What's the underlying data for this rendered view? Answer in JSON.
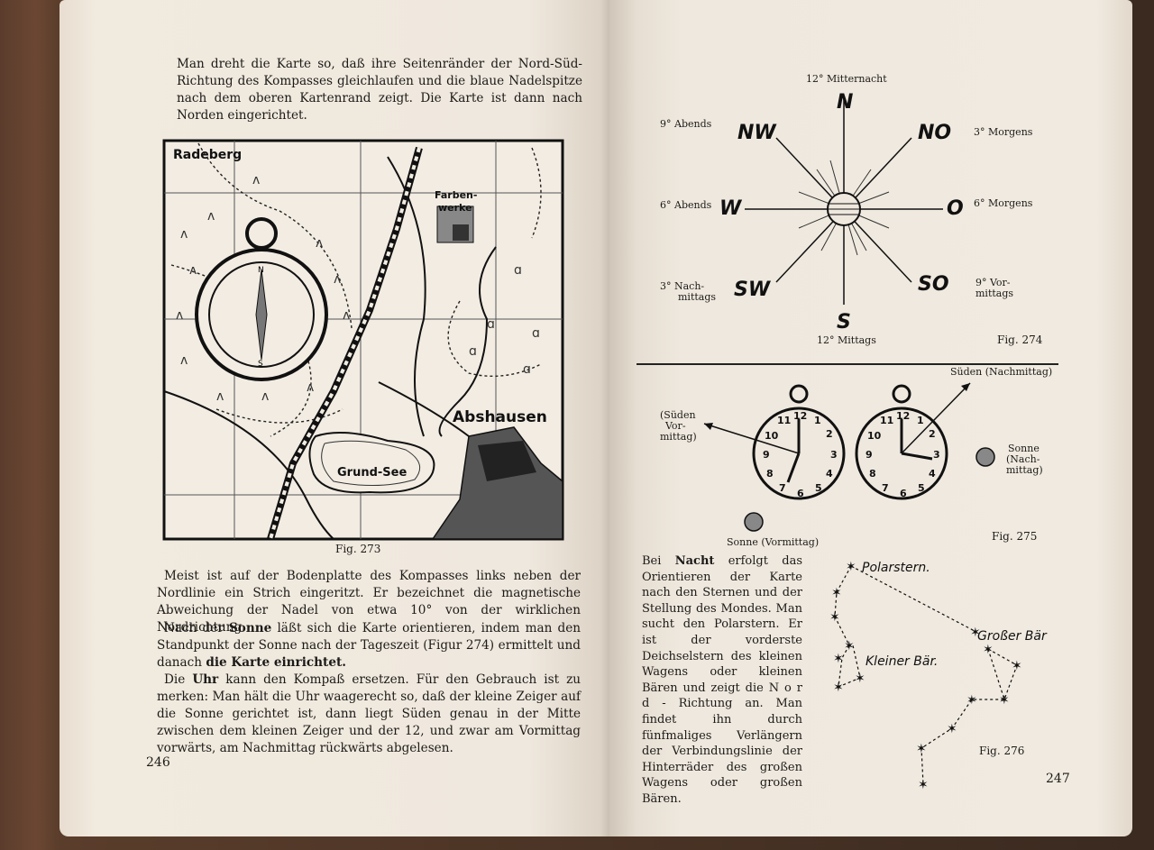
{
  "left_page": {
    "intro": "Man dreht die Karte so, daß ihre Seitenränder der Nord-Süd-Richtung des Kompasses gleichlaufen und die blaue Nadelspitze nach dem oberen Kartenrand zeigt. Die Karte ist dann nach Norden eingerichtet.",
    "map_labels": {
      "radeberg": "Radeberg",
      "farbenwerke_1": "Farben-",
      "farbenwerke_2": "werke",
      "abshausen": "Abshausen",
      "grund_see": "Grund-See"
    },
    "fig_caption": "Fig. 273",
    "para1": "Meist ist auf der Bodenplatte des Kompasses links neben der Nordlinie ein Strich eingeritzt. Er bezeichnet die magnetische Abweichung der Nadel von etwa 10° von der wirklichen Nordrichtung.",
    "para2_bold1": "Nach der ",
    "para2_strong": "Sonne",
    "para2_rest": " läßt sich die Karte orientieren, indem man den Standpunkt der Sonne nach der Tageszeit (Figur 274) ermittelt und danach ",
    "para2_strong2": "die Karte einrichtet.",
    "para3_a": "Die ",
    "para3_strong": "Uhr",
    "para3_b": " kann den Kompaß ersetzen. Für den Gebrauch ist zu merken: Man hält die Uhr waagerecht so, daß der kleine Zeiger auf die Sonne gerichtet ist, dann liegt Süden genau in der Mitte zwischen dem kleinen Zeiger und der 12, und zwar am Vormittag vorwärts, am Nachmittag rückwärts abgelesen.",
    "page_number": "246"
  },
  "right_page": {
    "fig274": {
      "top": "12° Mitternacht",
      "bottom": "12° Mittags",
      "abends9": "9° Abends",
      "abends6": "6° Abends",
      "nachmittags3_1": "3° Nach-",
      "nachmittags3_2": "mittags",
      "morgens3": "3° Morgens",
      "morgens6": "6° Morgens",
      "vormittags9_1": "9° Vor-",
      "vormittags9_2": "mittags",
      "dir_N": "N",
      "dir_NO": "NO",
      "dir_O": "O",
      "dir_SO": "SO",
      "dir_S": "S",
      "dir_SW": "SW",
      "dir_W": "W",
      "dir_NW": "NW",
      "caption": "Fig. 274"
    },
    "fig275": {
      "sueden_nachmittag": "Süden (Nachmittag)",
      "sueden_vor_1": "(Süden",
      "sueden_vor_2": "Vor-",
      "sueden_vor_3": "mittag)",
      "sonne_nach_1": "Sonne",
      "sonne_nach_2": "(Nach-",
      "sonne_nach_3": "mittag)",
      "sonne_vormittag": "Sonne (Vormittag)",
      "caption": "Fig. 275"
    },
    "night_text_a": "Bei ",
    "night_text_strong": "Nacht",
    "night_text_b": " erfolgt das Orientieren der Karte nach den Sternen und der Stellung des Mondes. Man sucht den Polarstern. Er ist der vorderste Deichselstern des kleinen Wagens oder kleinen Bären und zeigt die N o r d - Richtung an. Man findet ihn durch fünfmaliges Verlängern der Verbindungslinie der Hinterräder des großen Wagens oder großen Bären.",
    "fig276": {
      "polarstern": "Polarstern.",
      "grosser_baer": "Großer Bär",
      "kleiner_baer": "Kleiner Bär.",
      "caption": "Fig. 276"
    },
    "page_number": "247"
  }
}
